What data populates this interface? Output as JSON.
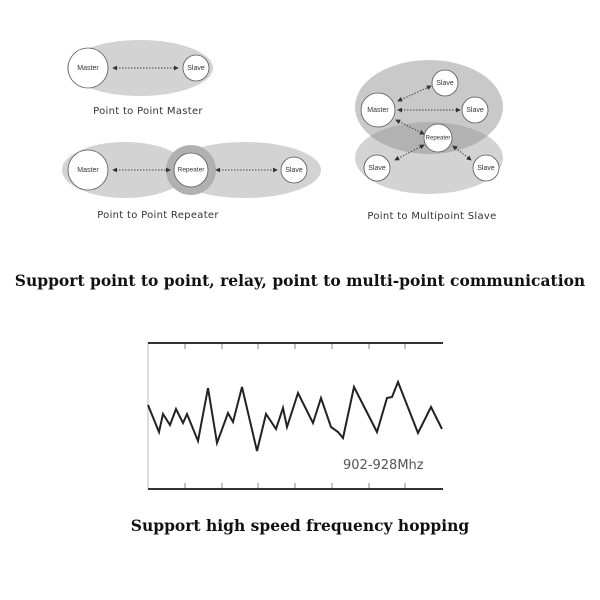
{
  "diagrams": {
    "p2p_master": {
      "caption": "Point to Point Master",
      "master": "Master",
      "slave": "Slave"
    },
    "p2p_repeater": {
      "caption": "Point to Point Repeater",
      "master": "Master",
      "repeater": "Repeater",
      "slave": "Slave"
    },
    "p2mp": {
      "caption": "Point to Multipoint Slave",
      "master": "Master",
      "repeater": "Repeater",
      "slave": "Slave"
    }
  },
  "headline_1": "Support point to point, relay, point to multi-point communication",
  "frequency": {
    "label": "902-928Mhz"
  },
  "headline_2": "Support high speed frequency hopping",
  "colors": {
    "zone": "#d3d3d3",
    "overlap": "#b8b8b8",
    "line": "#222222"
  }
}
